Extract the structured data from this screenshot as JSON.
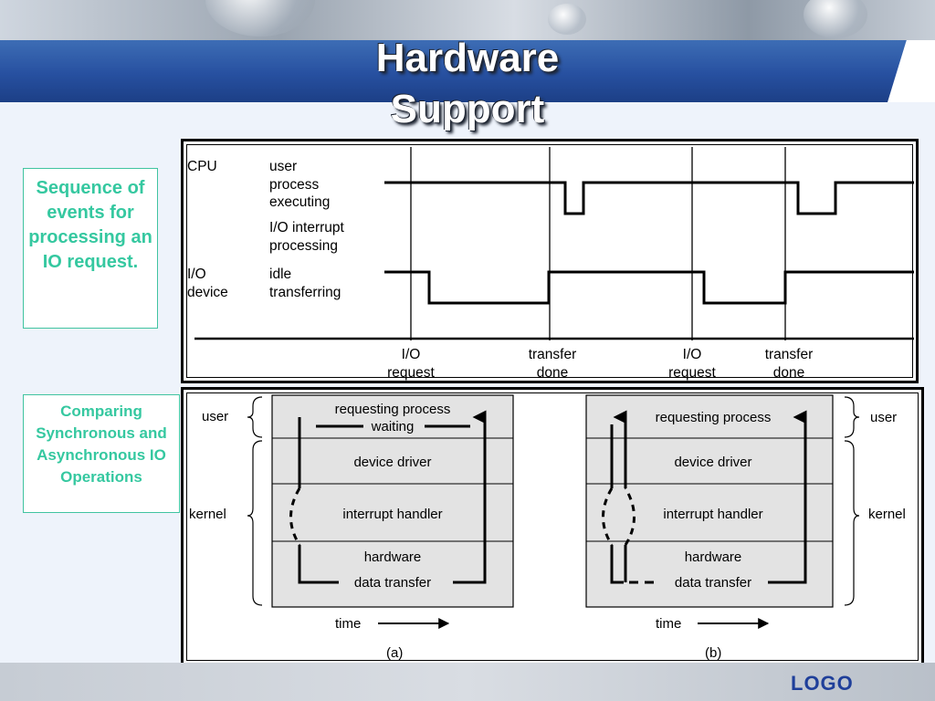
{
  "slide": {
    "title_line1": "Hardware",
    "title_line2": "Support",
    "logo": "LOGO",
    "captions": [
      "Sequence of events for processing an IO request.",
      "Comparing Synchronous and Asynchronous IO Operations"
    ]
  },
  "timing": {
    "cpu_label": "CPU",
    "cpu_states": [
      "user",
      "process",
      "executing",
      "I/O interrupt",
      "processing"
    ],
    "io_label": [
      "I/O",
      "device"
    ],
    "io_states": [
      "idle",
      "transferring"
    ],
    "events": [
      {
        "line1": "I/O",
        "line2": "request"
      },
      {
        "line1": "transfer",
        "line2": "done"
      },
      {
        "line1": "I/O",
        "line2": "request"
      },
      {
        "line1": "transfer",
        "line2": "done"
      }
    ]
  },
  "io_diagram": {
    "left": {
      "layers": [
        "requesting process",
        "waiting",
        "device driver",
        "interrupt handler",
        "hardware",
        "data transfer"
      ],
      "side_labels": [
        "user",
        "kernel"
      ],
      "time_label": "time",
      "panel_label": "(a)"
    },
    "right": {
      "layers": [
        "requesting process",
        "device driver",
        "interrupt handler",
        "hardware",
        "data transfer"
      ],
      "side_labels": [
        "user",
        "kernel"
      ],
      "time_label": "time",
      "panel_label": "(b)"
    }
  }
}
